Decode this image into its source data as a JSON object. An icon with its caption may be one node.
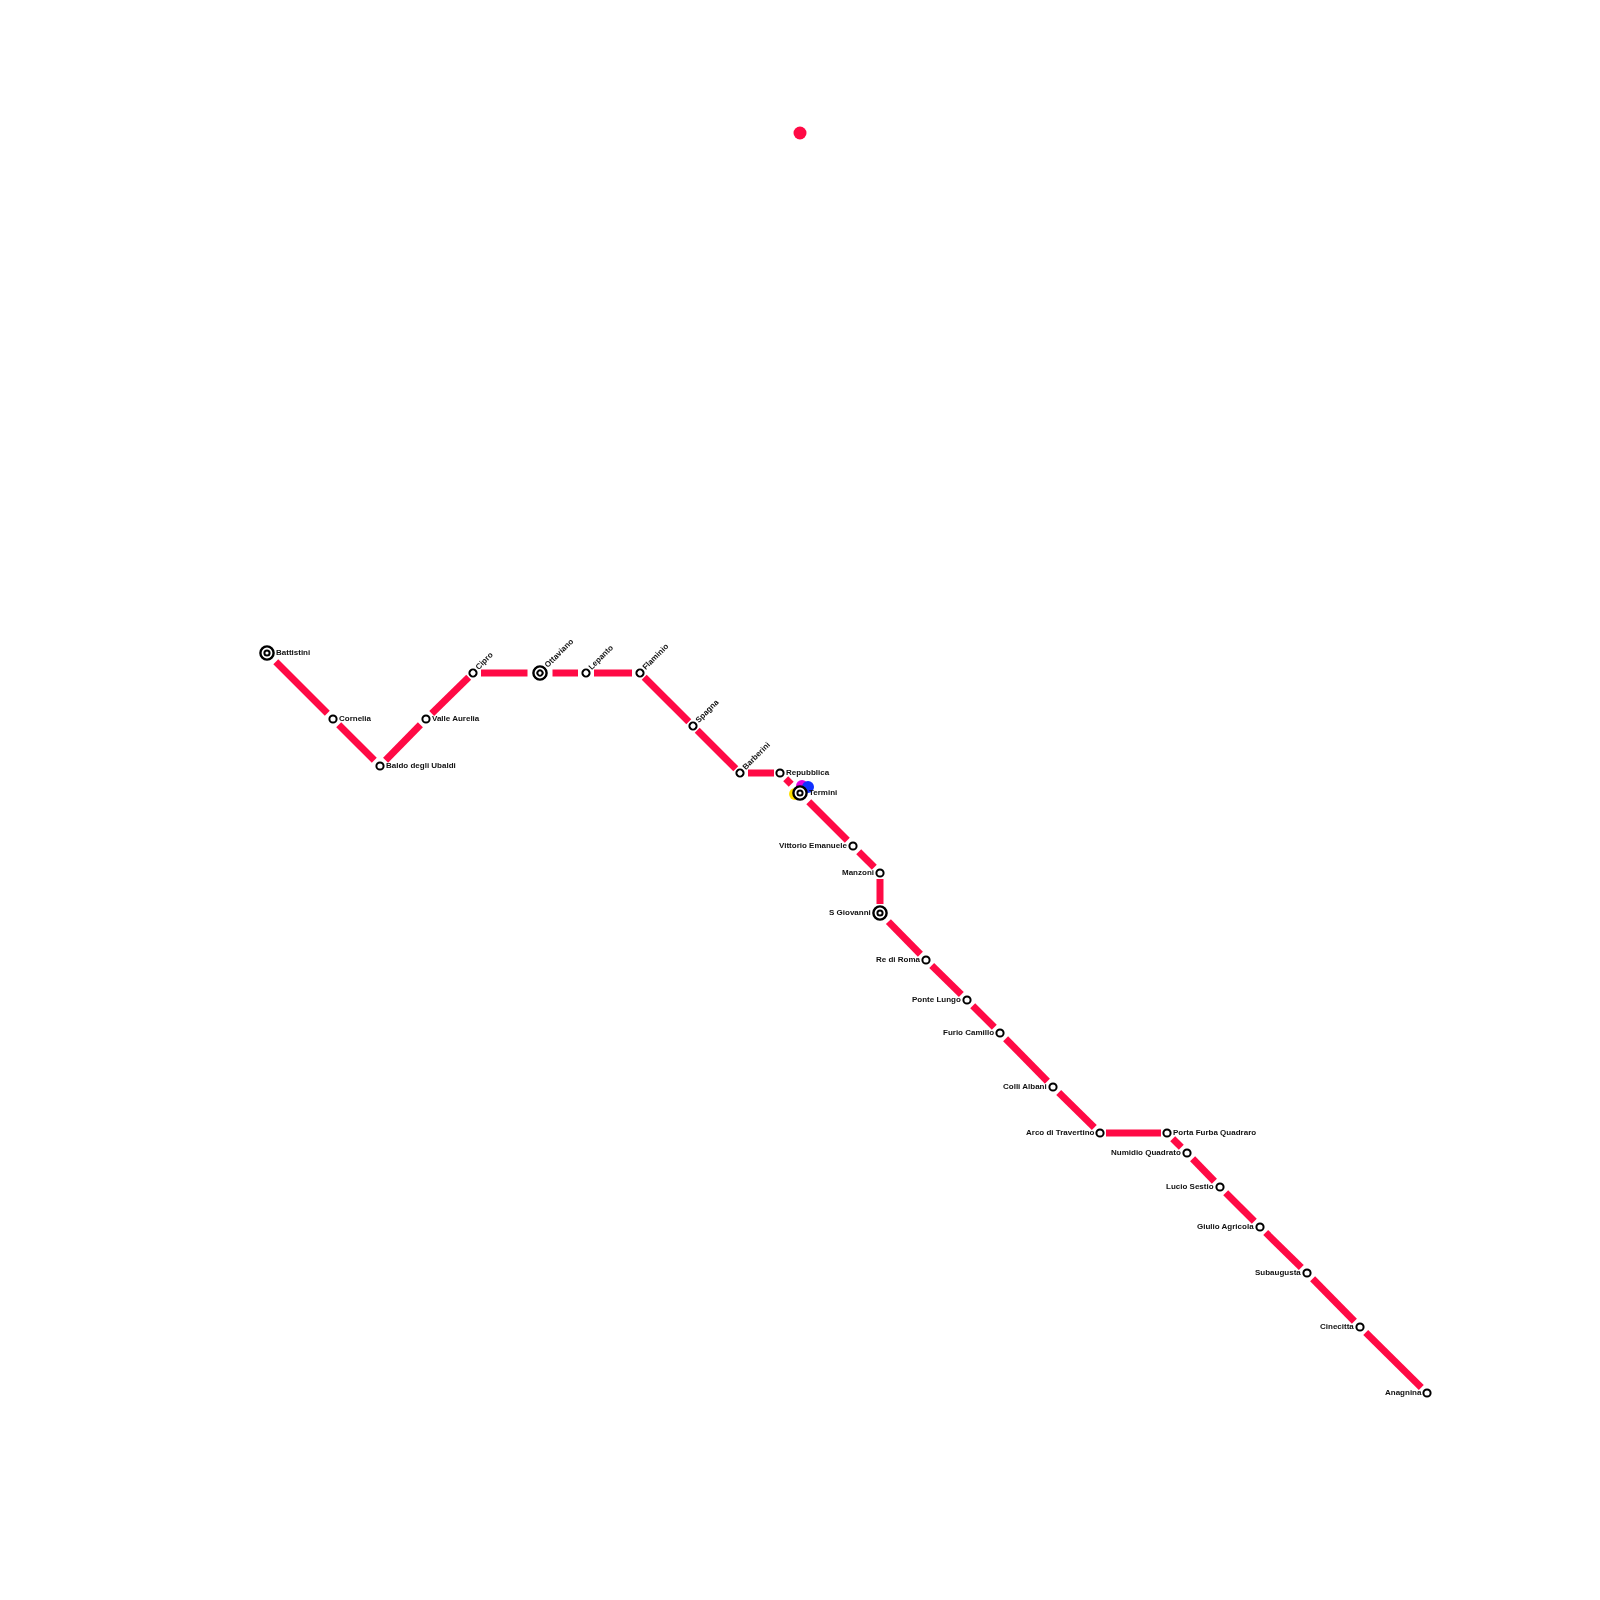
{
  "diagram": {
    "nodes": [
      {
        "text": [
          "Battistini"
        ]
      },
      {
        "text": [
          "Cornelia"
        ]
      },
      {
        "text": [
          "Baldo degli Ubaldi"
        ]
      },
      {
        "text": [
          "Valle Aurelia"
        ]
      },
      {
        "text": [
          "Cipro"
        ]
      },
      {
        "text": [
          "Ottaviano"
        ]
      },
      {
        "text": [
          "Lepanto"
        ]
      },
      {
        "text": [
          "Flaminio"
        ]
      },
      {
        "text": [
          "Spagna"
        ]
      },
      {
        "text": [
          "Barberini"
        ]
      },
      {
        "text": [
          "Repubblica"
        ]
      },
      {
        "text": [
          "Termini"
        ]
      },
      {
        "text": [
          "Vittorio Emanuele"
        ]
      },
      {
        "text": [
          "Manzoni"
        ]
      },
      {
        "text": [
          "S Giovanni"
        ]
      },
      {
        "text": [
          "Re di Roma"
        ]
      },
      {
        "text": [
          "Ponte Lungo"
        ]
      },
      {
        "text": [
          "Furio Camillo"
        ]
      },
      {
        "text": [
          "Colli Albani"
        ]
      },
      {
        "text": [
          "Arco di Travertino"
        ]
      },
      {
        "text": [
          "Porta Furba Quadraro"
        ]
      },
      {
        "text": [
          "Numidio Quadrato"
        ]
      },
      {
        "text": [
          "Lucio Sestio"
        ]
      },
      {
        "text": [
          "Giulio Agricola"
        ]
      },
      {
        "text": [
          "Subaugusta"
        ]
      },
      {
        "text": [
          "Cinecitta"
        ]
      },
      {
        "text": [
          "Anagnina"
        ]
      }
    ],
    "edges": [
      {
        "from": 0,
        "to": 1,
        "arrow": "none"
      },
      {
        "from": 1,
        "to": 2,
        "arrow": "none"
      },
      {
        "from": 2,
        "to": 3,
        "arrow": "none"
      },
      {
        "from": 3,
        "to": 4,
        "arrow": "none"
      },
      {
        "from": 4,
        "to": 5,
        "arrow": "none"
      },
      {
        "from": 5,
        "to": 6,
        "arrow": "none"
      },
      {
        "from": 6,
        "to": 7,
        "arrow": "none"
      },
      {
        "from": 7,
        "to": 8,
        "arrow": "none"
      },
      {
        "from": 8,
        "to": 9,
        "arrow": "none"
      },
      {
        "from": 9,
        "to": 10,
        "arrow": "none"
      },
      {
        "from": 10,
        "to": 11,
        "arrow": "none"
      },
      {
        "from": 11,
        "to": 12,
        "arrow": "none"
      },
      {
        "from": 12,
        "to": 13,
        "arrow": "none"
      },
      {
        "from": 13,
        "to": 14,
        "arrow": "none"
      },
      {
        "from": 14,
        "to": 15,
        "arrow": "none"
      },
      {
        "from": 15,
        "to": 16,
        "arrow": "none"
      },
      {
        "from": 16,
        "to": 17,
        "arrow": "none"
      },
      {
        "from": 17,
        "to": 18,
        "arrow": "none"
      },
      {
        "from": 18,
        "to": 19,
        "arrow": "none"
      },
      {
        "from": 19,
        "to": 20,
        "arrow": "none"
      },
      {
        "from": 20,
        "to": 21,
        "arrow": "none"
      },
      {
        "from": 21,
        "to": 22,
        "arrow": "none"
      },
      {
        "from": 22,
        "to": 23,
        "arrow": "none"
      },
      {
        "from": 23,
        "to": 24,
        "arrow": "none"
      },
      {
        "from": 24,
        "to": 25,
        "arrow": "none"
      },
      {
        "from": 25,
        "to": 26,
        "arrow": "none"
      }
    ]
  }
}
